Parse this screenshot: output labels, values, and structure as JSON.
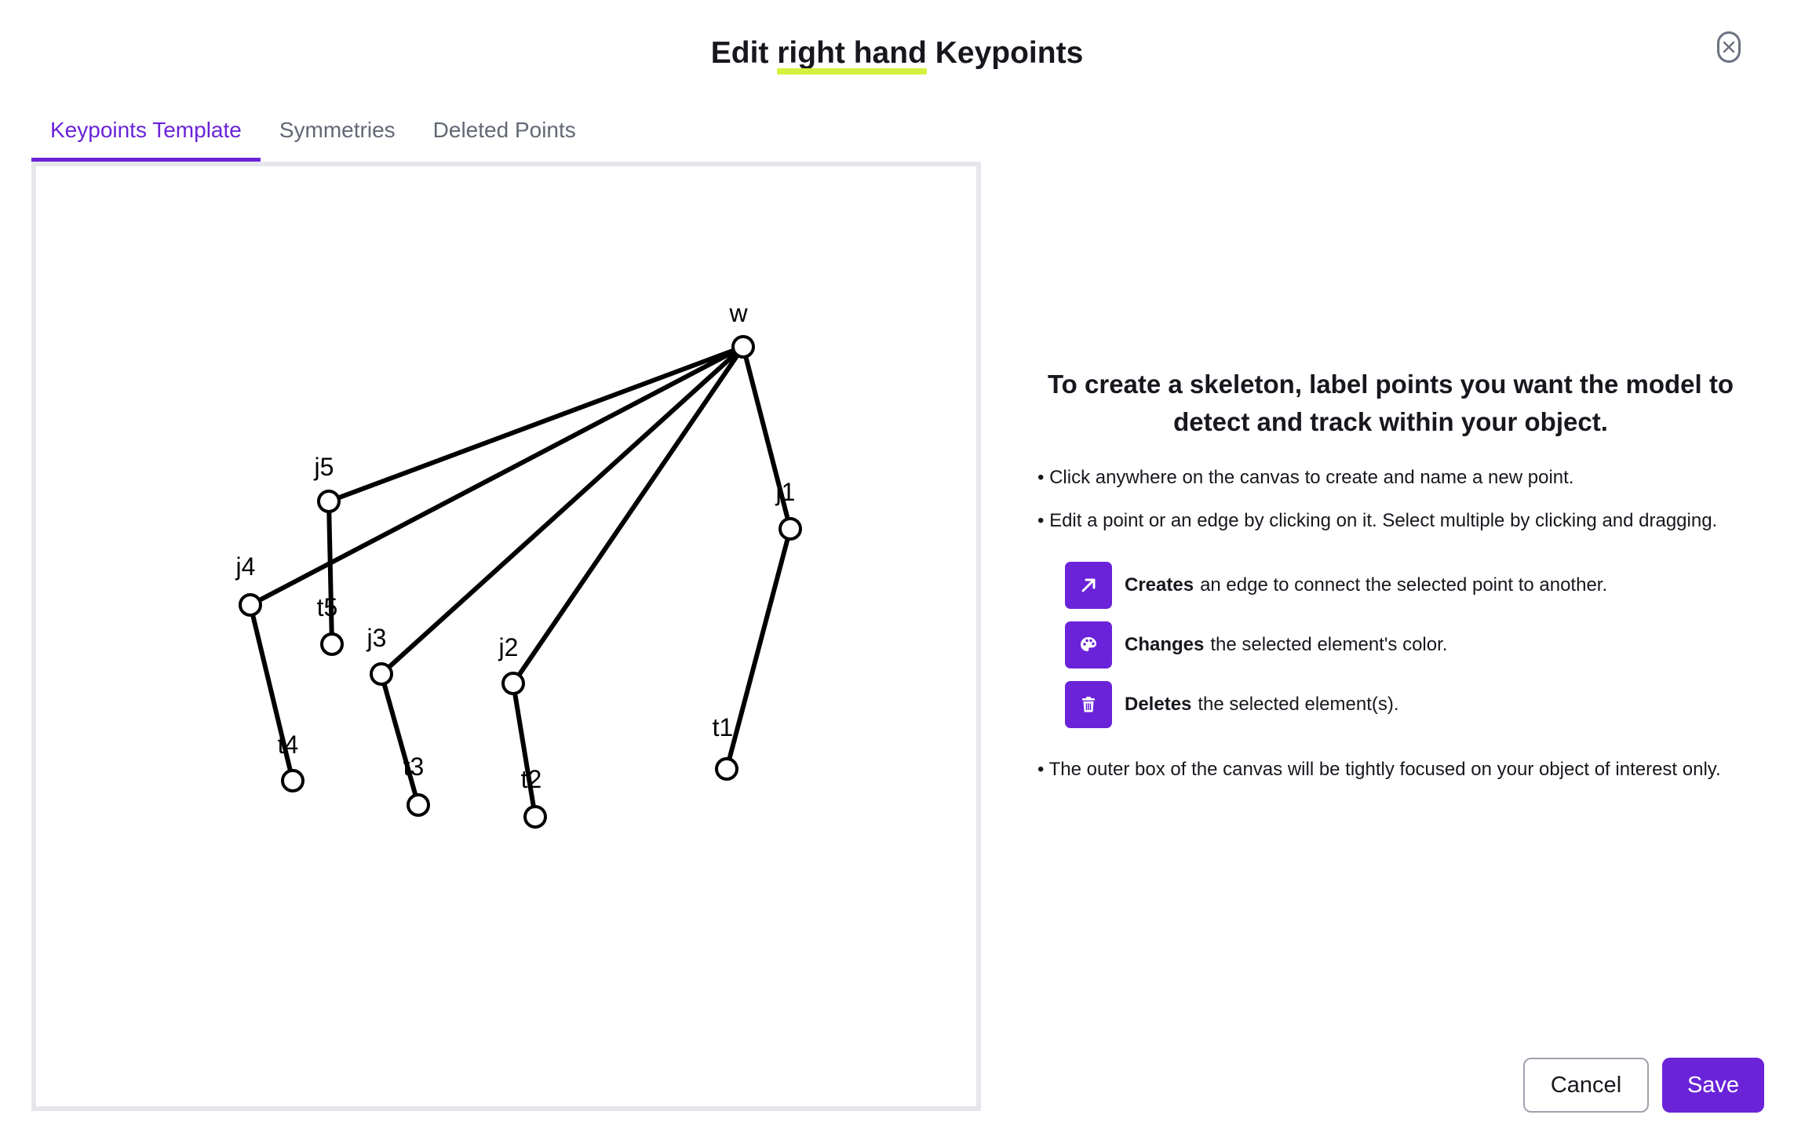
{
  "header": {
    "title_prefix": "Edit",
    "title_highlight": "right hand",
    "title_suffix": "Keypoints"
  },
  "tabs": [
    {
      "label": "Keypoints Template",
      "active": true
    },
    {
      "label": "Symmetries",
      "active": false
    },
    {
      "label": "Deleted Points",
      "active": false
    }
  ],
  "skeleton": {
    "points": [
      {
        "id": "w",
        "label": "w"
      },
      {
        "id": "j1",
        "label": "j1"
      },
      {
        "id": "t1",
        "label": "t1"
      },
      {
        "id": "j2",
        "label": "j2"
      },
      {
        "id": "t2",
        "label": "t2"
      },
      {
        "id": "j3",
        "label": "j3"
      },
      {
        "id": "t3",
        "label": "t3"
      },
      {
        "id": "j4",
        "label": "j4"
      },
      {
        "id": "t4",
        "label": "t4"
      },
      {
        "id": "j5",
        "label": "j5"
      },
      {
        "id": "t5",
        "label": "t5"
      }
    ],
    "edges": [
      [
        "w",
        "j1"
      ],
      [
        "j1",
        "t1"
      ],
      [
        "w",
        "j2"
      ],
      [
        "j2",
        "t2"
      ],
      [
        "w",
        "j3"
      ],
      [
        "j3",
        "t3"
      ],
      [
        "w",
        "j4"
      ],
      [
        "j4",
        "t4"
      ],
      [
        "w",
        "j5"
      ],
      [
        "j5",
        "t5"
      ]
    ]
  },
  "instructions": {
    "heading": "To create a skeleton, label points you want the model to detect and track within your object.",
    "bullet_1": "• Click anywhere on the canvas to create and name a new point.",
    "bullet_2": "• Edit a point or an edge by clicking on it. Select multiple by clicking and dragging.",
    "tools": [
      {
        "icon": "arrow-up-right-icon",
        "bold": "Creates",
        "text": "an edge to connect the selected point to another."
      },
      {
        "icon": "palette-icon",
        "bold": "Changes",
        "text": "the selected element's color."
      },
      {
        "icon": "trash-icon",
        "bold": "Deletes",
        "text": "the selected element(s)."
      }
    ],
    "bullet_3": "• The outer box of the canvas will be tightly focused on your object of interest only."
  },
  "footer": {
    "cancel_label": "Cancel",
    "save_label": "Save"
  },
  "colors": {
    "accent": "#6a23d8",
    "highlight": "#d3f23e",
    "canvas_border": "#e6e7eb"
  }
}
